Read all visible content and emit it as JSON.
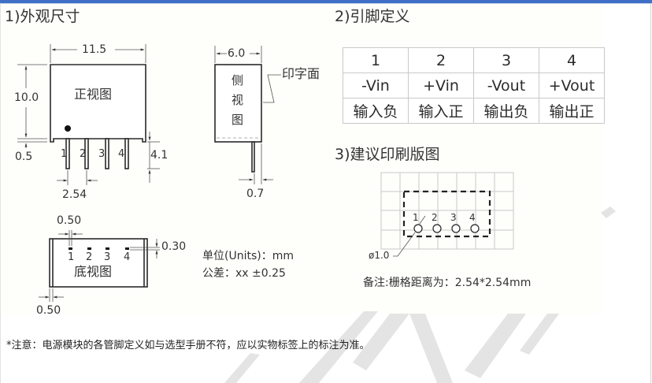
{
  "sections": {
    "dimensions": {
      "title": "1)外观尺寸"
    },
    "pinout": {
      "title": "2)引脚定义"
    },
    "pcb": {
      "title": "3)建议印刷版图"
    }
  },
  "front_view": {
    "label": "正视图",
    "width_dim": "11.5",
    "height_dim": "10.0",
    "standoff_dim": "0.5",
    "pin_length_dim": "4.1",
    "pitch_dim": "2.54",
    "pins": [
      "1",
      "2",
      "3",
      "4"
    ]
  },
  "side_view": {
    "label_chars": [
      "侧",
      "视",
      "图"
    ],
    "width_dim": "6.0",
    "marking_face": "印字面",
    "pin_offset_dim": "0.7"
  },
  "bottom_view": {
    "label": "底视图",
    "pin_width_dim": "0.50",
    "pin_thickness_dim": "0.30",
    "edge_dim": "0.50",
    "pins": [
      "1",
      "2",
      "3",
      "4"
    ]
  },
  "units": {
    "unit_text": "单位(Units)：mm",
    "tolerance_text": "公差：xx ±0.25"
  },
  "pin_table": {
    "rows": [
      [
        "1",
        "2",
        "3",
        "4"
      ],
      [
        "-Vin",
        "+Vin",
        "-Vout",
        "+Vout"
      ],
      [
        "输入负",
        "输入正",
        "输出负",
        "输出正"
      ]
    ]
  },
  "pcb_layout": {
    "hole_dim": "ø1.0",
    "pins": [
      "1",
      "2",
      "3",
      "4"
    ],
    "grid_note": "备注:栅格距离为：2.54*2.54mm"
  },
  "footer_note": "*注意：电源模块的各管脚定义如与选型手册不符，应以实物标签上的标注为准。",
  "colors": {
    "top_bar": "#3f6fc6",
    "line": "#2a2a2a",
    "grid": "#c8c8c8"
  }
}
